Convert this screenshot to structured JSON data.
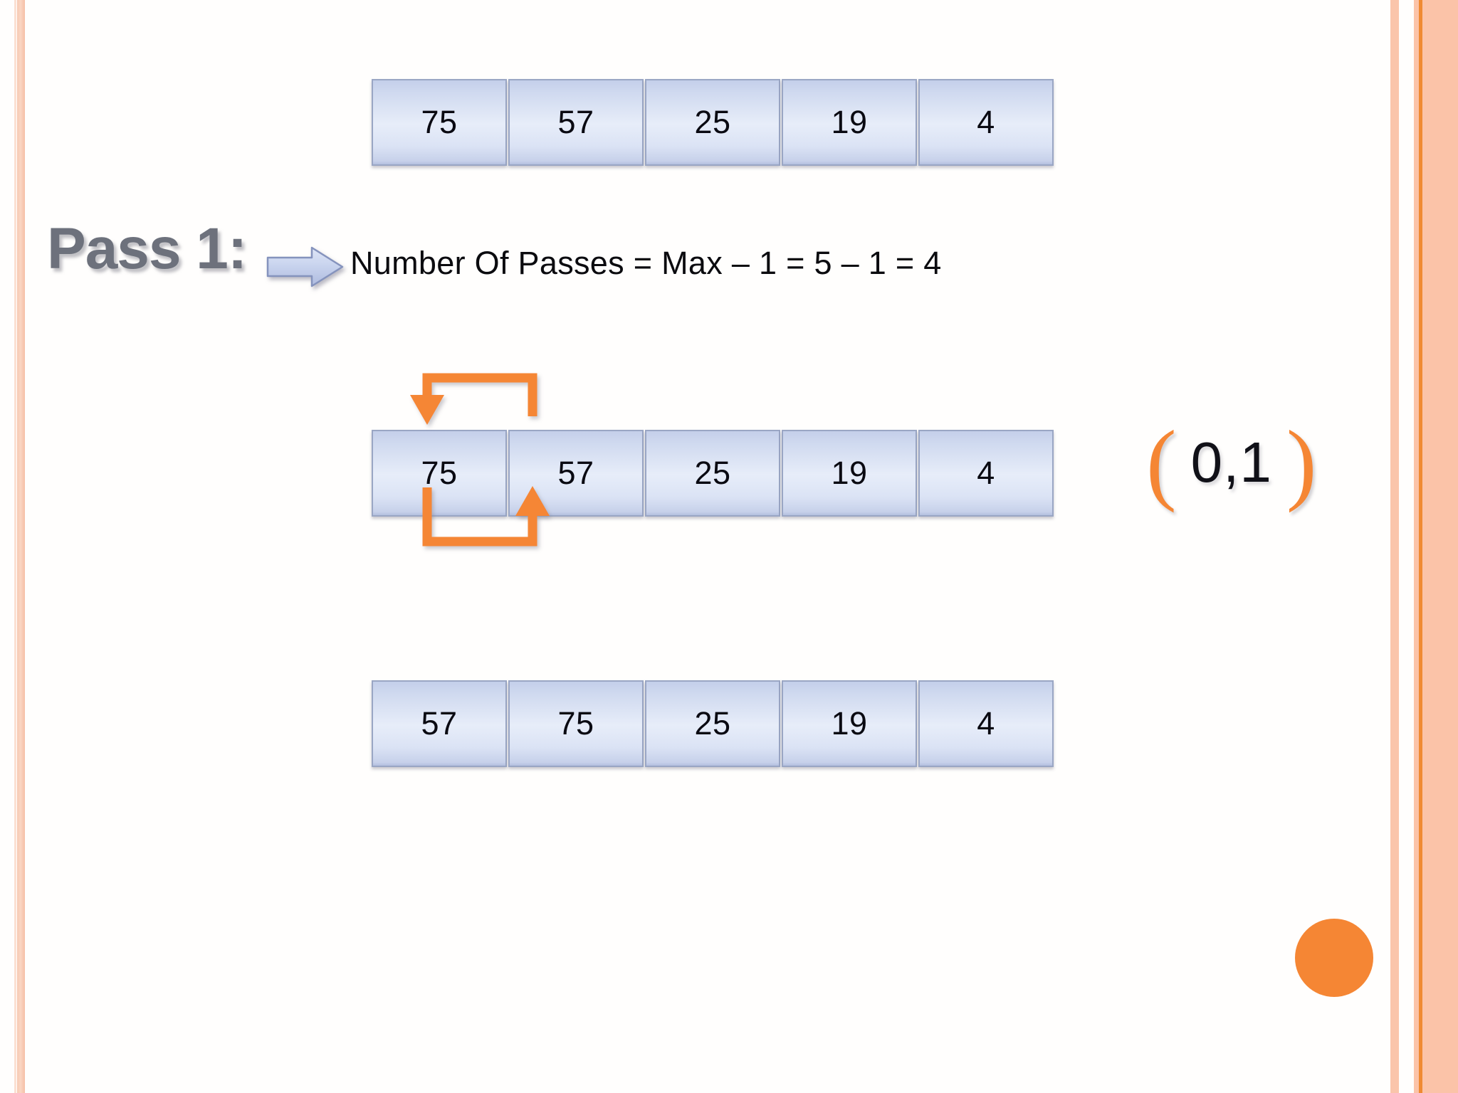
{
  "slide": {
    "title_label": "Pass 1:",
    "equation": "Number Of Passes = Max – 1 = 5 – 1 = 4",
    "arrays": [
      {
        "name": "initial",
        "values": [
          "75",
          "57",
          "25",
          "19",
          "4"
        ]
      },
      {
        "name": "comparing",
        "values": [
          "75",
          "57",
          "25",
          "19",
          "4"
        ]
      },
      {
        "name": "after-swap",
        "values": [
          "57",
          "75",
          "25",
          "19",
          "4"
        ]
      }
    ],
    "index_pair": {
      "open_bracket": "(",
      "value": "0,1",
      "close_bracket": ")"
    },
    "colors": {
      "accent_orange": "#F58634",
      "cell_blue": "#C4CFEA",
      "cell_border": "#9AA6C4",
      "label_gray": "#6D717C",
      "edge_peach": "#FBC3A8"
    },
    "icons": {
      "pass_arrow": "right-block-arrow-icon",
      "swap_top": "swap-arrow-right-to-left-icon",
      "swap_bottom": "swap-arrow-left-to-right-icon",
      "corner_dot": "orange-circle-decoration"
    }
  }
}
